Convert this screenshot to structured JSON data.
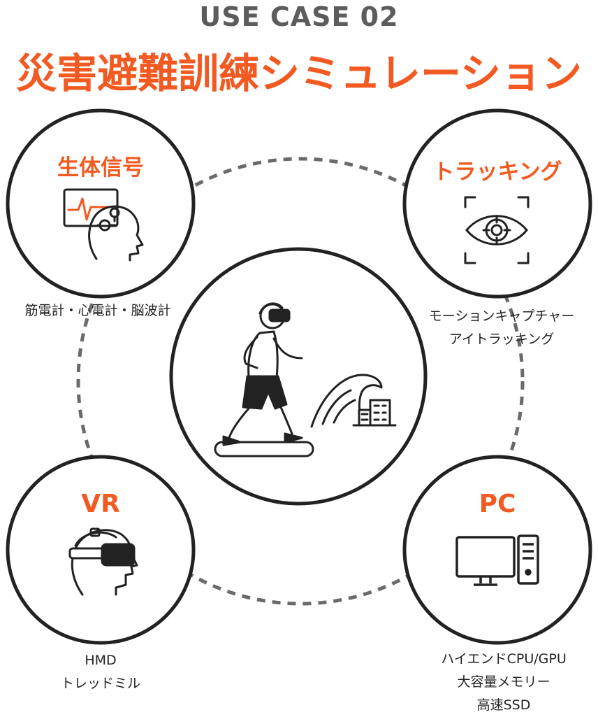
{
  "header": {
    "kicker": "USE CASE 02",
    "title": "災害避難訓練シミュレーション"
  },
  "nodes": {
    "bio": {
      "label": "生体信号",
      "desc_lines": [
        "筋電計・心電計・脳波計"
      ],
      "icon": "brain-monitor-icon"
    },
    "tracking": {
      "label": "トラッキング",
      "desc_lines": [
        "モーションキャプチャー",
        "アイトラッキング"
      ],
      "icon": "eye-target-icon"
    },
    "vr": {
      "label": "VR",
      "desc_lines": [
        "HMD",
        "トレッドミル"
      ],
      "icon": "vr-headset-icon"
    },
    "pc": {
      "label": "PC",
      "desc_lines": [
        "ハイエンドCPU/GPU",
        "大容量メモリー",
        "高速SSD"
      ],
      "icon": "desktop-pc-icon"
    },
    "center": {
      "icon": "person-walking-treadmill-tsunami-icon"
    }
  },
  "colors": {
    "accent": "#f25a22",
    "kicker": "#5c5c5c",
    "line": "#222222",
    "dash": "#6a6a6a"
  }
}
